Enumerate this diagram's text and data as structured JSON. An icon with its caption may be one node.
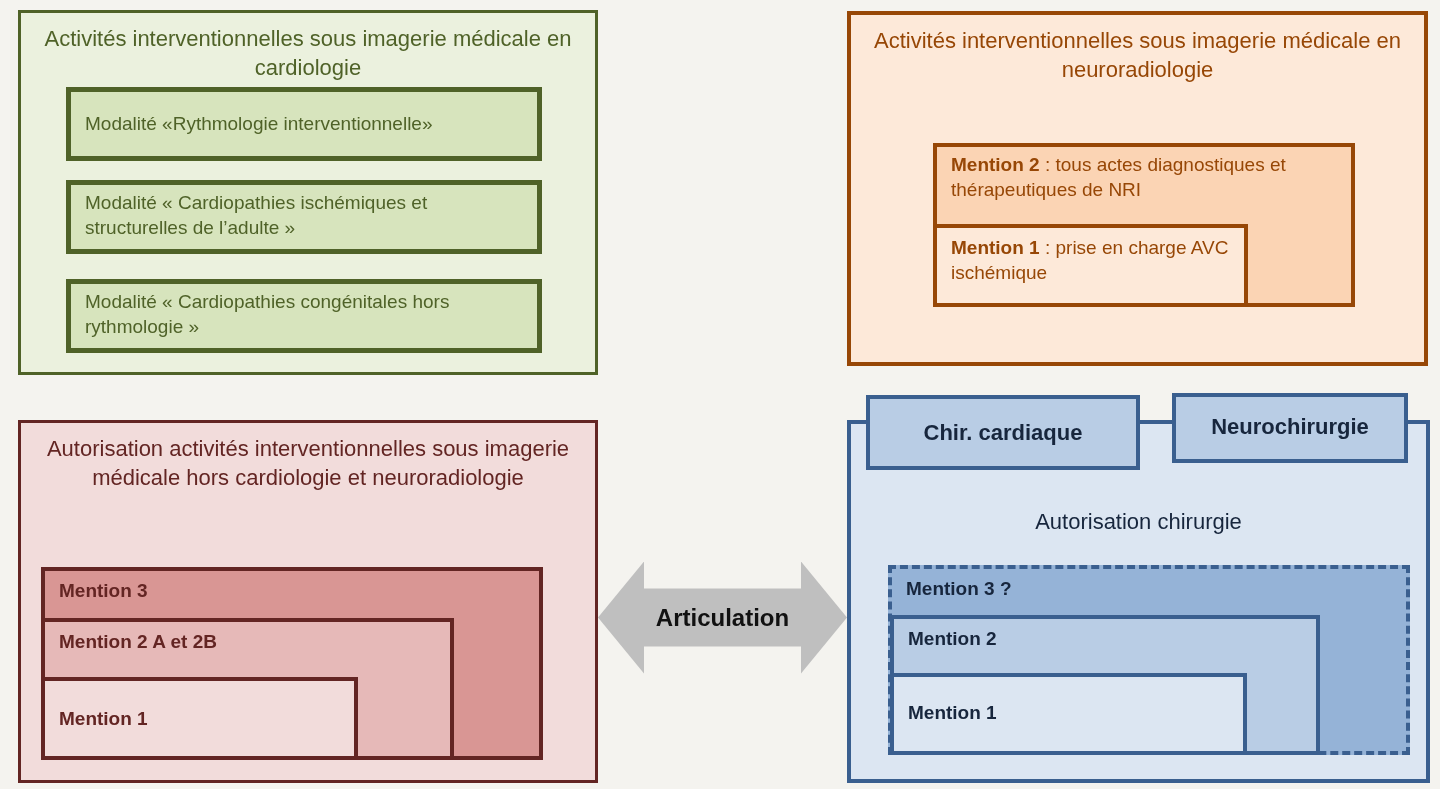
{
  "diagram": {
    "nodes": [
      {
        "text": [
          "Activités interventionnelles sous imagerie médicale en cardiologie"
        ]
      },
      {
        "text": [
          "Modalité «Rythmologie interventionnelle»"
        ],
        "in": 0
      },
      {
        "text": [
          "Modalité « Cardiopathies ischémiques et structurelles de l’adulte »"
        ],
        "in": 0
      },
      {
        "text": [
          "Modalité « Cardiopathies congénitales hors rythmologie »"
        ],
        "in": 0
      },
      {
        "text": [
          "Activités interventionnelles sous imagerie médicale en neuroradiologie"
        ]
      },
      {
        "text": [
          "**Mention 2** : tous actes diagnostiques et thérapeutiques de NRI"
        ],
        "in": 4
      },
      {
        "text": [
          "**Mention 1** : prise en charge AVC ischémique"
        ],
        "in": 5
      },
      {
        "text": [
          "Autorisation activités interventionnelles sous imagerie médicale hors cardiologie et neuroradiologie"
        ]
      },
      {
        "text": [
          "Mention 3"
        ],
        "in": 7
      },
      {
        "text": [
          "Mention 2 A et 2B"
        ],
        "in": 8
      },
      {
        "text": [
          "Mention 1"
        ],
        "in": 9
      },
      {
        "text": [
          "Chir. cardiaque"
        ]
      },
      {
        "text": [
          "Neurochirurgie"
        ]
      },
      {
        "text": [
          "Autorisation chirurgie"
        ]
      },
      {
        "text": [
          "Mention 3 ?"
        ],
        "in": 13
      },
      {
        "text": [
          "Mention 2"
        ],
        "in": 14
      },
      {
        "text": [
          "Mention 1"
        ],
        "in": 15
      }
    ],
    "edges": [
      {
        "from": 7,
        "to": 13,
        "arrow": "both",
        "label": "Articulation",
        "color": "#bfbfbf"
      }
    ]
  }
}
